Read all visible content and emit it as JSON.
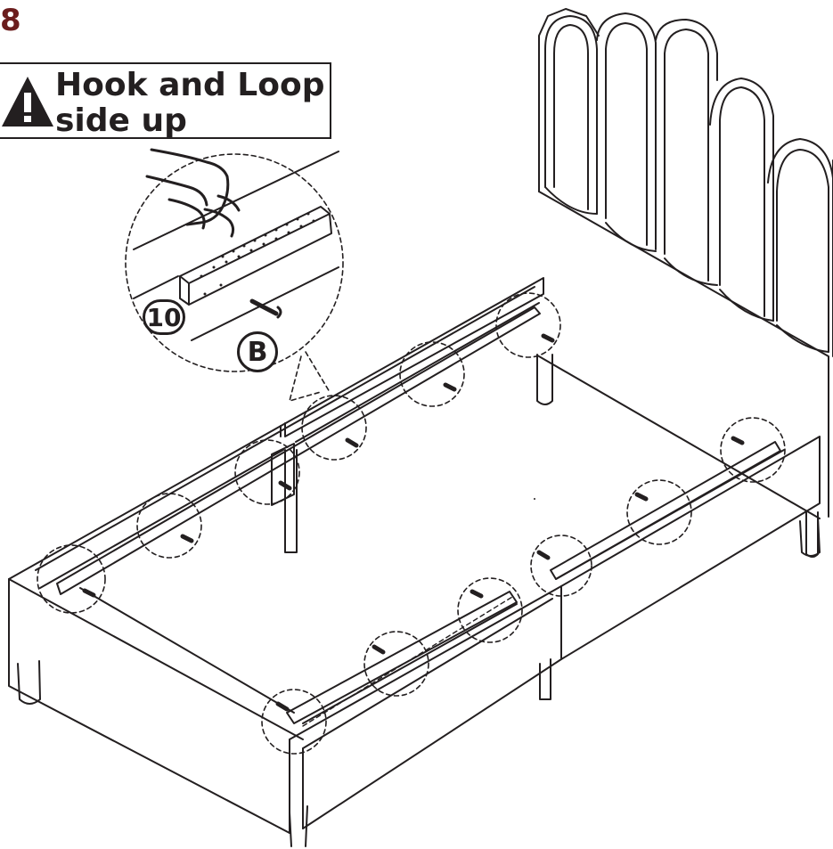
{
  "step_number": "8",
  "warning": {
    "icon": "warning-triangle-icon",
    "line1": "Hook and Loop",
    "line2": "side up"
  },
  "callouts": {
    "quantity": "10",
    "part_letter": "B"
  },
  "colors": {
    "line": "#231f20",
    "step_number": "#6b1d1d",
    "background": "#ffffff"
  }
}
